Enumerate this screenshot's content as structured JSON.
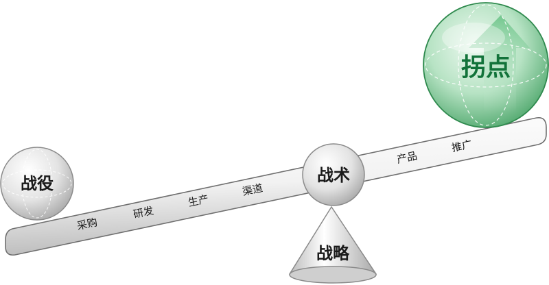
{
  "diagram": {
    "left_ball": "战役",
    "fulcrum_ball": "战术",
    "cone": "战略",
    "green_ball": "拐点",
    "beam_labels": [
      "采购",
      "研发",
      "生产",
      "渠道",
      "产品",
      "推广"
    ],
    "colors": {
      "green_highlight": "#e8f7ec",
      "green_mid": "#8fd2a4",
      "green_dark": "#2f9a56",
      "green_text": "#12733a",
      "gray_light": "#ffffff",
      "gray_mid": "#d9d9d9",
      "gray_dark": "#9a9a9a"
    }
  }
}
